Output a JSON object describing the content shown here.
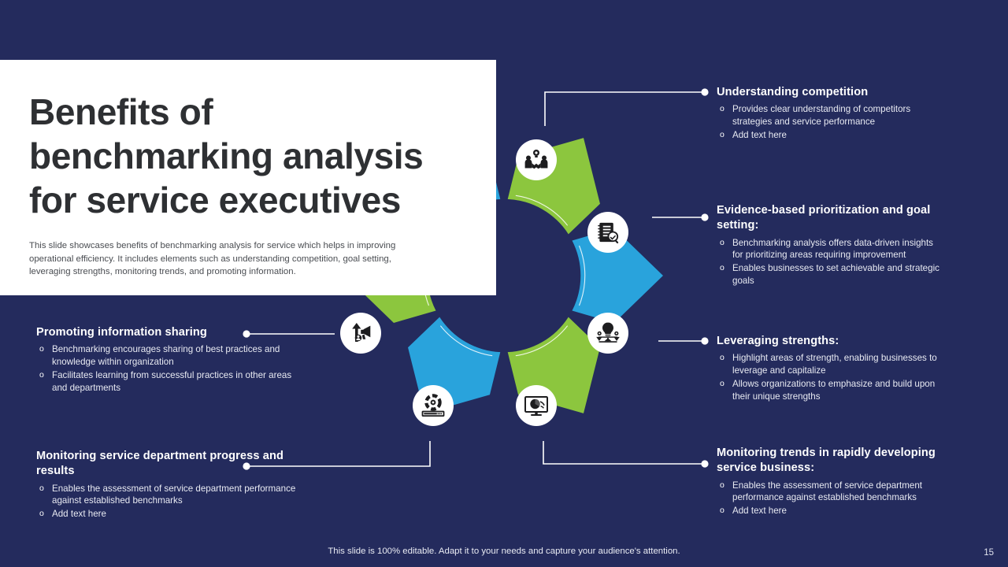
{
  "slide": {
    "background_color": "#242b5d",
    "accent_blue": "#29a3dc",
    "accent_green": "#8cc63e",
    "title": "Benefits of benchmarking analysis for service executives",
    "description": "This slide showcases benefits of benchmarking analysis for service which helps in improving operational efficiency. It includes elements such as understanding competition, goal setting, leveraging strengths, monitoring trends, and promoting information.",
    "footer_note": "This slide is 100% editable. Adapt it to your needs and capture your audience's attention.",
    "page_number": "15"
  },
  "callouts": {
    "understanding": {
      "heading": "Understanding competition",
      "bullets": [
        "Provides clear understanding of competitors strategies and service performance",
        "Add text here"
      ]
    },
    "evidence": {
      "heading": "Evidence-based prioritization and goal setting:",
      "bullets": [
        "Benchmarking analysis offers data-driven insights for prioritizing areas requiring improvement",
        "Enables businesses to set achievable and strategic goals"
      ]
    },
    "leveraging": {
      "heading": "Leveraging strengths:",
      "bullets": [
        "Highlight areas of strength, enabling businesses to leverage and capitalize",
        "Allows organizations to emphasize and build upon their unique strengths"
      ]
    },
    "trends": {
      "heading": "Monitoring trends in rapidly developing service business:",
      "bullets": [
        "Enables the assessment of service department performance against established benchmarks",
        "Add text here"
      ]
    },
    "promoting": {
      "heading": "Promoting information sharing",
      "bullets": [
        "Benchmarking encourages sharing of best practices and knowledge within organization",
        "Facilitates learning from successful practices in other areas and departments"
      ]
    },
    "monitoring_progress": {
      "heading": "Monitoring service department progress and results",
      "bullets": [
        "Enables the assessment of service department performance against established benchmarks",
        "Add text here"
      ]
    }
  },
  "diagram": {
    "type": "donut-segments",
    "segment_count": 6,
    "segments": [
      {
        "index": 1,
        "color": "#29a3dc",
        "icon": "handshake-idea-icon",
        "links_to": "understanding"
      },
      {
        "index": 2,
        "color": "#8cc63e",
        "icon": "checklist-magnifier-icon",
        "links_to": "evidence"
      },
      {
        "index": 3,
        "color": "#29a3dc",
        "icon": "lightbulb-balance-icon",
        "links_to": "leveraging"
      },
      {
        "index": 4,
        "color": "#8cc63e",
        "icon": "monitor-chart-icon",
        "links_to": "trends"
      },
      {
        "index": 5,
        "color": "#29a3dc",
        "icon": "gear-progress-icon",
        "links_to": "monitoring_progress"
      },
      {
        "index": 6,
        "color": "#8cc63e",
        "icon": "megaphone-arrow-icon",
        "links_to": "promoting"
      }
    ]
  }
}
